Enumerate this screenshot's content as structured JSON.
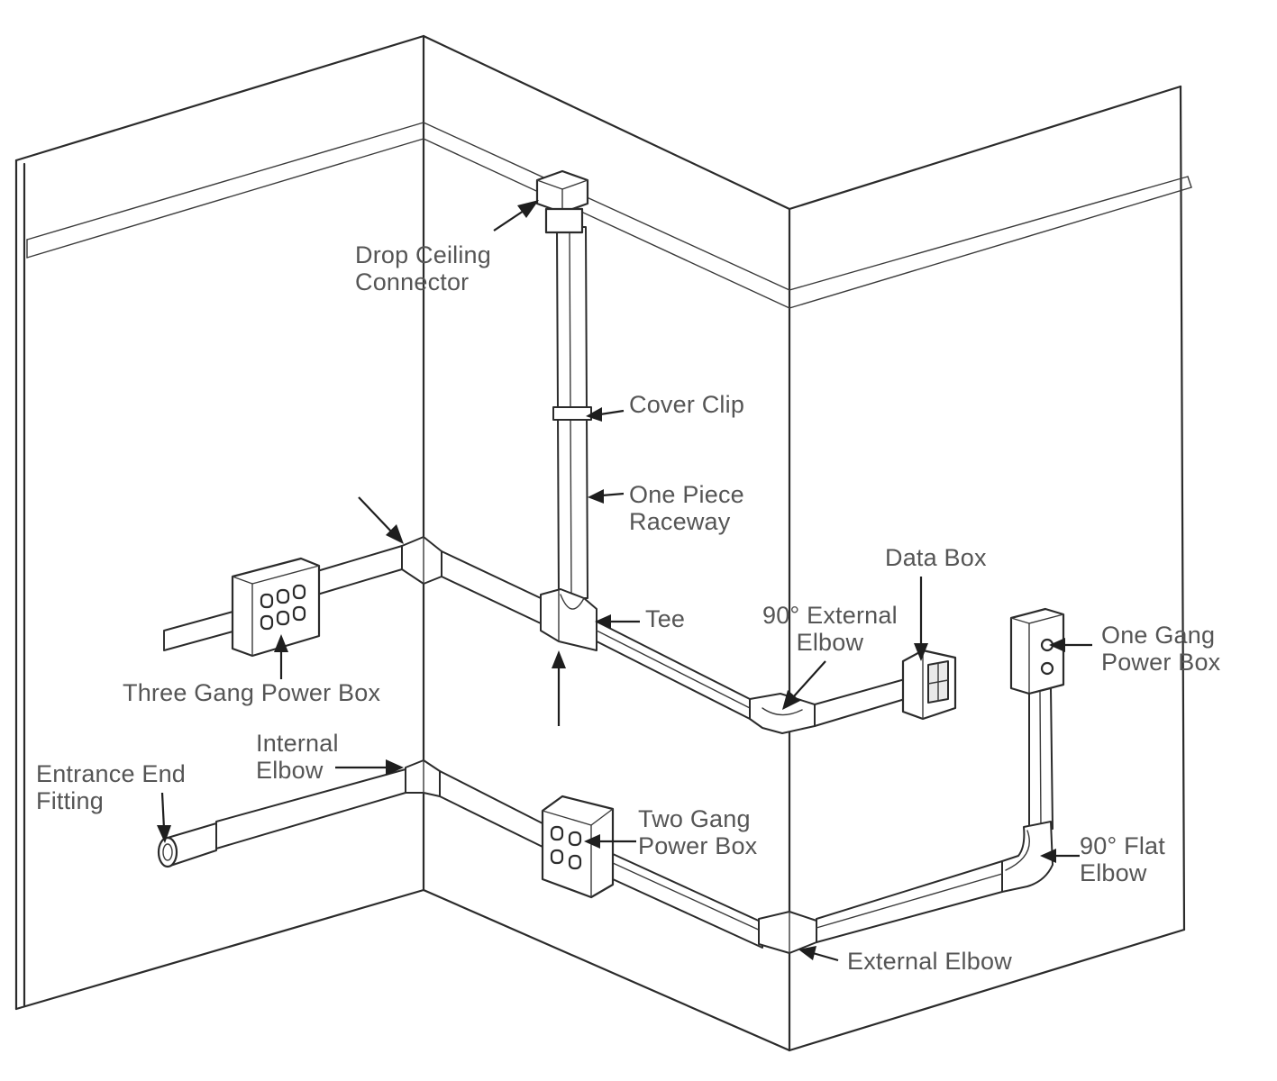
{
  "labels": {
    "drop_ceiling_connector": [
      "Drop Ceiling",
      "Connector"
    ],
    "cover_clip": "Cover Clip",
    "one_piece_raceway": [
      "One Piece",
      "Raceway"
    ],
    "tee": "Tee",
    "data_box": "Data Box",
    "external_elbow_90": [
      "90° External",
      "Elbow"
    ],
    "one_gang_power_box": [
      "One Gang",
      "Power Box"
    ],
    "three_gang_power_box": "Three Gang Power Box",
    "internal_elbow": [
      "Internal",
      "Elbow"
    ],
    "entrance_end_fitting": [
      "Entrance End",
      "Fitting"
    ],
    "two_gang_power_box": [
      "Two Gang",
      "Power Box"
    ],
    "flat_elbow_90": [
      "90° Flat",
      "Elbow"
    ],
    "external_elbow": "External Elbow"
  }
}
